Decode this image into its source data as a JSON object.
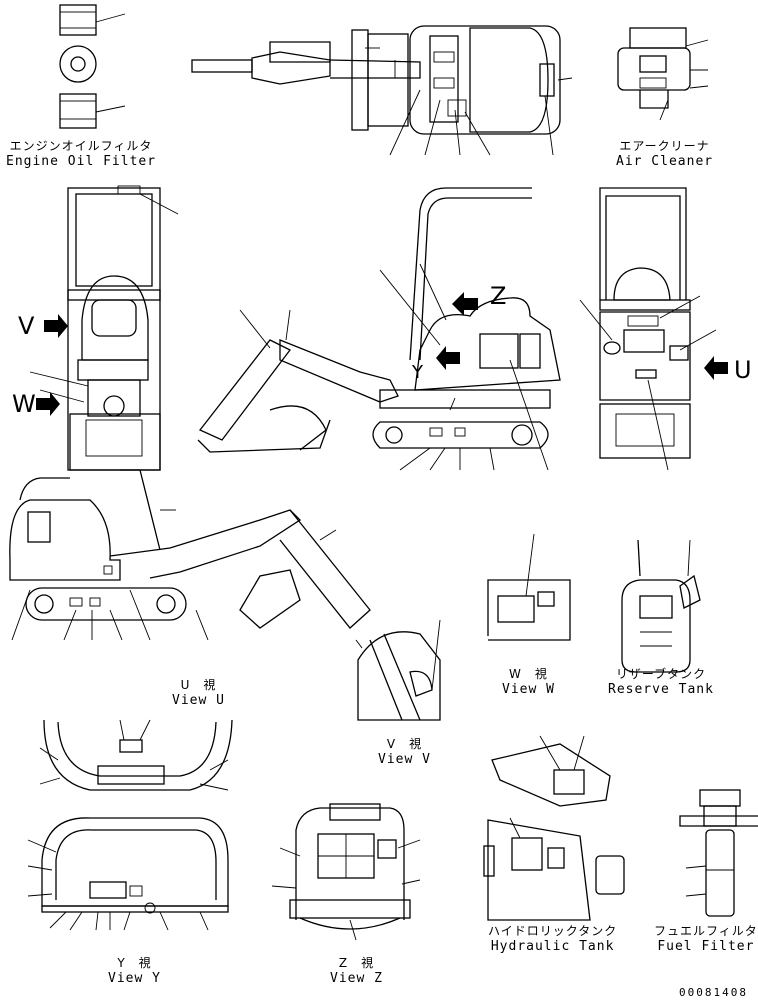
{
  "labels": {
    "engine_oil_filter": {
      "jp": "エンジンオイルフィルタ",
      "en": "Engine Oil Filter"
    },
    "air_cleaner": {
      "jp": "エアークリーナ",
      "en": "Air Cleaner"
    },
    "view_u": {
      "jp": "U　視",
      "en": "View U"
    },
    "view_w": {
      "jp": "W　視",
      "en": "View W"
    },
    "reserve_tank": {
      "jp": "リザーブタンク",
      "en": "Reserve Tank"
    },
    "view_v": {
      "jp": "V　視",
      "en": "View V"
    },
    "hydraulic_tank": {
      "jp": "ハイドロリックタンク",
      "en": "Hydraulic Tank"
    },
    "fuel_filter": {
      "jp": "フュエルフィルタ",
      "en": "Fuel Filter"
    },
    "view_y": {
      "jp": "Y　視",
      "en": "View Y"
    },
    "view_z": {
      "jp": "Z　視",
      "en": "View Z"
    }
  },
  "view_markers": {
    "v": "V",
    "w": "W",
    "u": "U",
    "z": "Z",
    "y": "Y"
  },
  "drawing_code": "00081408"
}
